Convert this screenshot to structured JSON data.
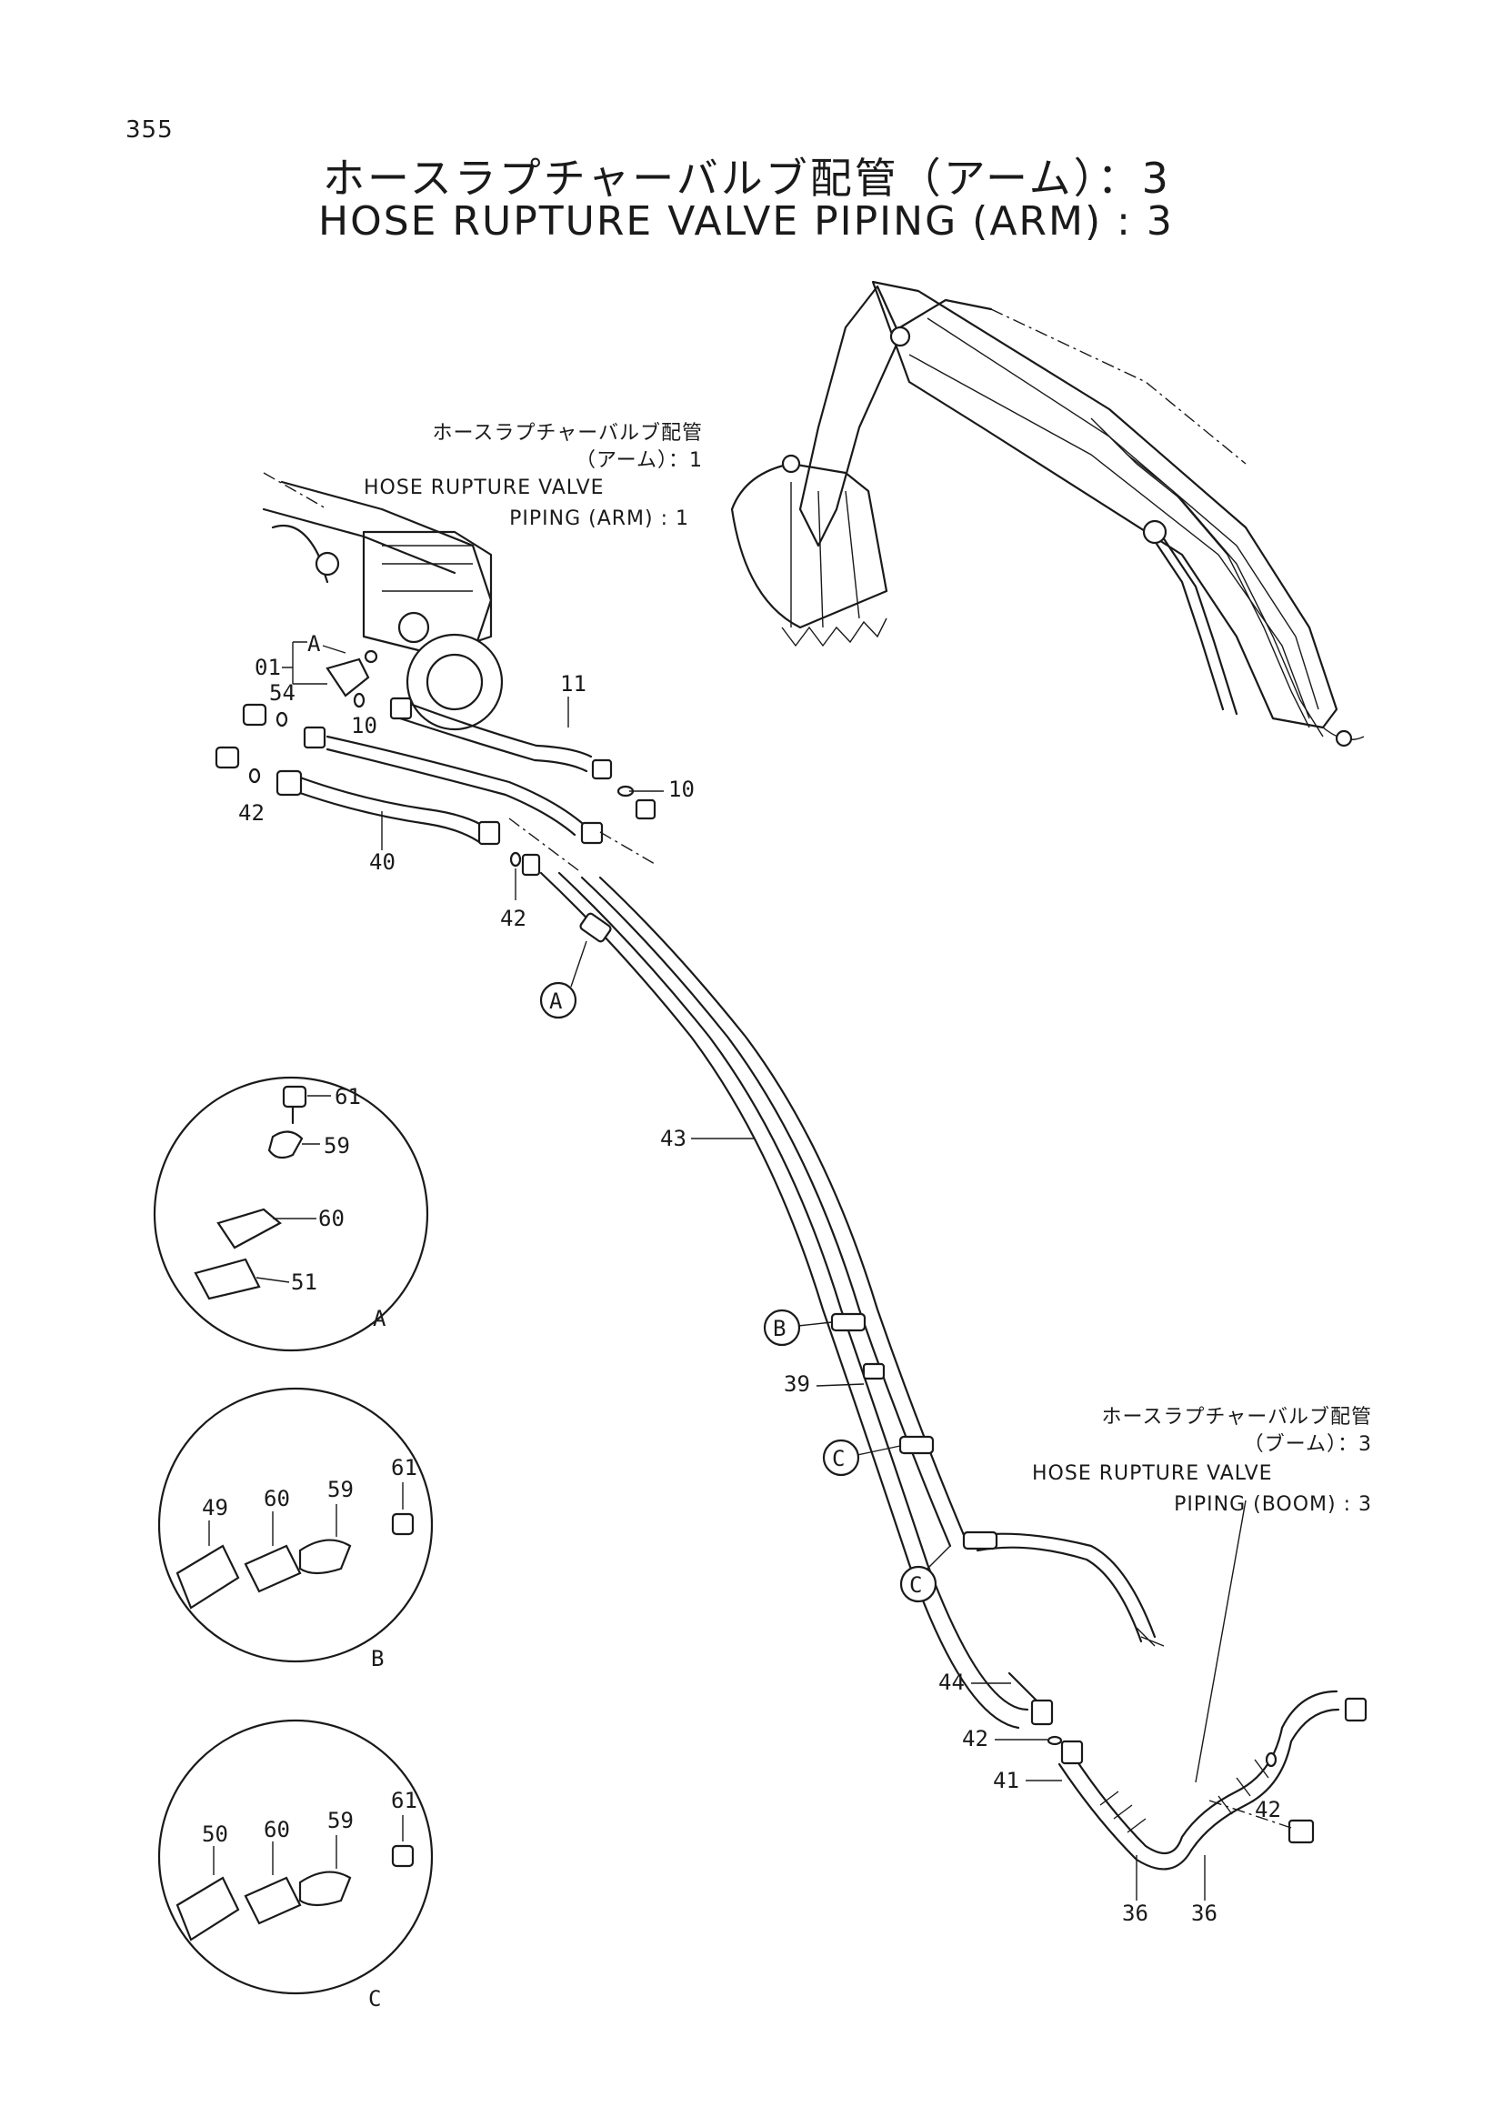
{
  "page_number": "355",
  "title_jp": "ホースラプチャーバルブ配管（アーム）：3",
  "title_en": "HOSE RUPTURE VALVE PIPING (ARM) : 3",
  "notes": {
    "arm1": {
      "jp1": "ホースラプチャーバルブ配管",
      "jp2": "（アーム）：1",
      "en1": "HOSE RUPTURE VALVE",
      "en2": "PIPING (ARM) : 1"
    },
    "boom3": {
      "jp1": "ホースラプチャーバルブ配管",
      "jp2": "（ブーム）：3",
      "en1": "HOSE RUPTURE VALVE",
      "en2": "PIPING (BOOM) : 3"
    }
  },
  "callouts": {
    "p01": "01",
    "pA": "A",
    "p54": "54",
    "p10a": "10",
    "p11": "11",
    "p10b": "10",
    "p42a": "42",
    "p40": "40",
    "p42b": "42",
    "p43": "43",
    "p39": "39",
    "p44": "44",
    "p42c": "42",
    "p41": "41",
    "p42d": "42",
    "p36a": "36",
    "p36b": "36"
  },
  "circle_markers": {
    "a": "A",
    "b": "B",
    "c1": "C",
    "c2": "C"
  },
  "detail_views": {
    "A": {
      "label": "A",
      "parts": [
        "61",
        "59",
        "60",
        "51"
      ]
    },
    "B": {
      "label": "B",
      "parts": [
        "49",
        "60",
        "59",
        "61"
      ]
    },
    "C": {
      "label": "C",
      "parts": [
        "50",
        "60",
        "59",
        "61"
      ]
    }
  }
}
